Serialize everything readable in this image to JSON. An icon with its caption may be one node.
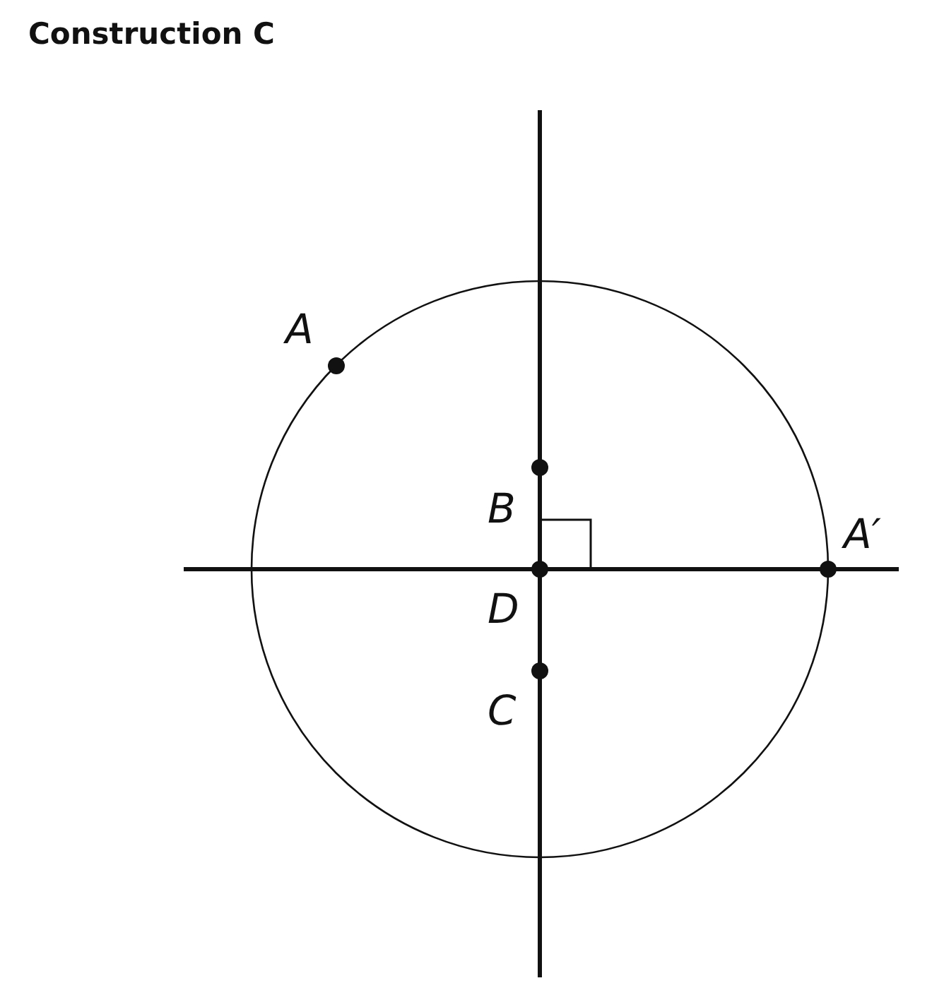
{
  "diagram": {
    "title": "Construction C",
    "labels": [
      "A",
      "B",
      "A′",
      "D",
      "C"
    ]
  }
}
